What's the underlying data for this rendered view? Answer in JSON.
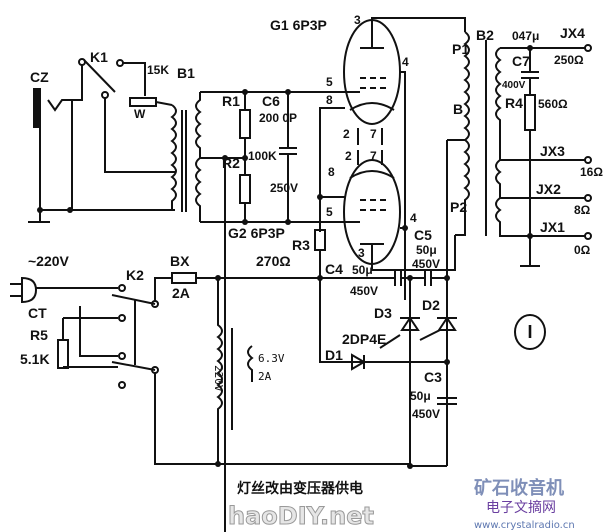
{
  "labels": {
    "cz": "CZ",
    "k1": "K1",
    "w": "W",
    "pot": "15K",
    "b1": "B1",
    "r1": "R1",
    "r2": "R2",
    "r1r2_val": "100K",
    "c6": "C6",
    "c6_val": "200 0P",
    "c6_volt": "250V",
    "g1": "G1 6P3P",
    "g2": "G2 6P3P",
    "pin3a": "3",
    "pin4a": "4",
    "pin5a": "5",
    "pin8a": "8",
    "pin2a": "2",
    "pin7a": "7",
    "pin2b": "2",
    "pin7b": "7",
    "pin8b": "8",
    "pin5b": "5",
    "pin4b": "4",
    "pin3b": "3",
    "r3": "R3",
    "r3_val": "270Ω",
    "c5": "C5",
    "c5_val": "50μ",
    "c5_volt": "450V",
    "p1": "P1",
    "p2": "P2",
    "b": "B",
    "b2": "B2",
    "c7": "C7",
    "c7_val": "047μ",
    "c7_volt": "400V",
    "r4": "R4",
    "r4_val": "560Ω",
    "jx4": "JX4",
    "jx4_val": "250Ω",
    "jx3": "JX3",
    "jx3_val": "16Ω",
    "jx2": "JX2",
    "jx2_val": "8Ω",
    "jx1": "JX1",
    "jx1_val": "0Ω",
    "mains": "~220V",
    "k2": "K2",
    "bx": "BX",
    "bx_val": "2A",
    "ct": "CT",
    "r5": "R5",
    "r5_val": "5.1K",
    "c4": "C4",
    "c4_val": "50μ",
    "c4_volt": "450V",
    "d3": "D3",
    "d2": "D2",
    "d1": "D1",
    "diode_type": "2DP4E",
    "c3": "C3",
    "c3_val": "50μ",
    "c3_volt": "450V",
    "tx_primary": "220V",
    "tx_secondary": "6.3V",
    "tx_secondary_current": "2A",
    "figure_number": "I"
  },
  "caption": "灯丝改由变压器供电",
  "watermarks": {
    "haodiy": "haoDIY.net",
    "crystal_cn": "矿石收音机",
    "dianzi": "电子文摘网",
    "crystal_url": "www.crystalradio.cn"
  }
}
